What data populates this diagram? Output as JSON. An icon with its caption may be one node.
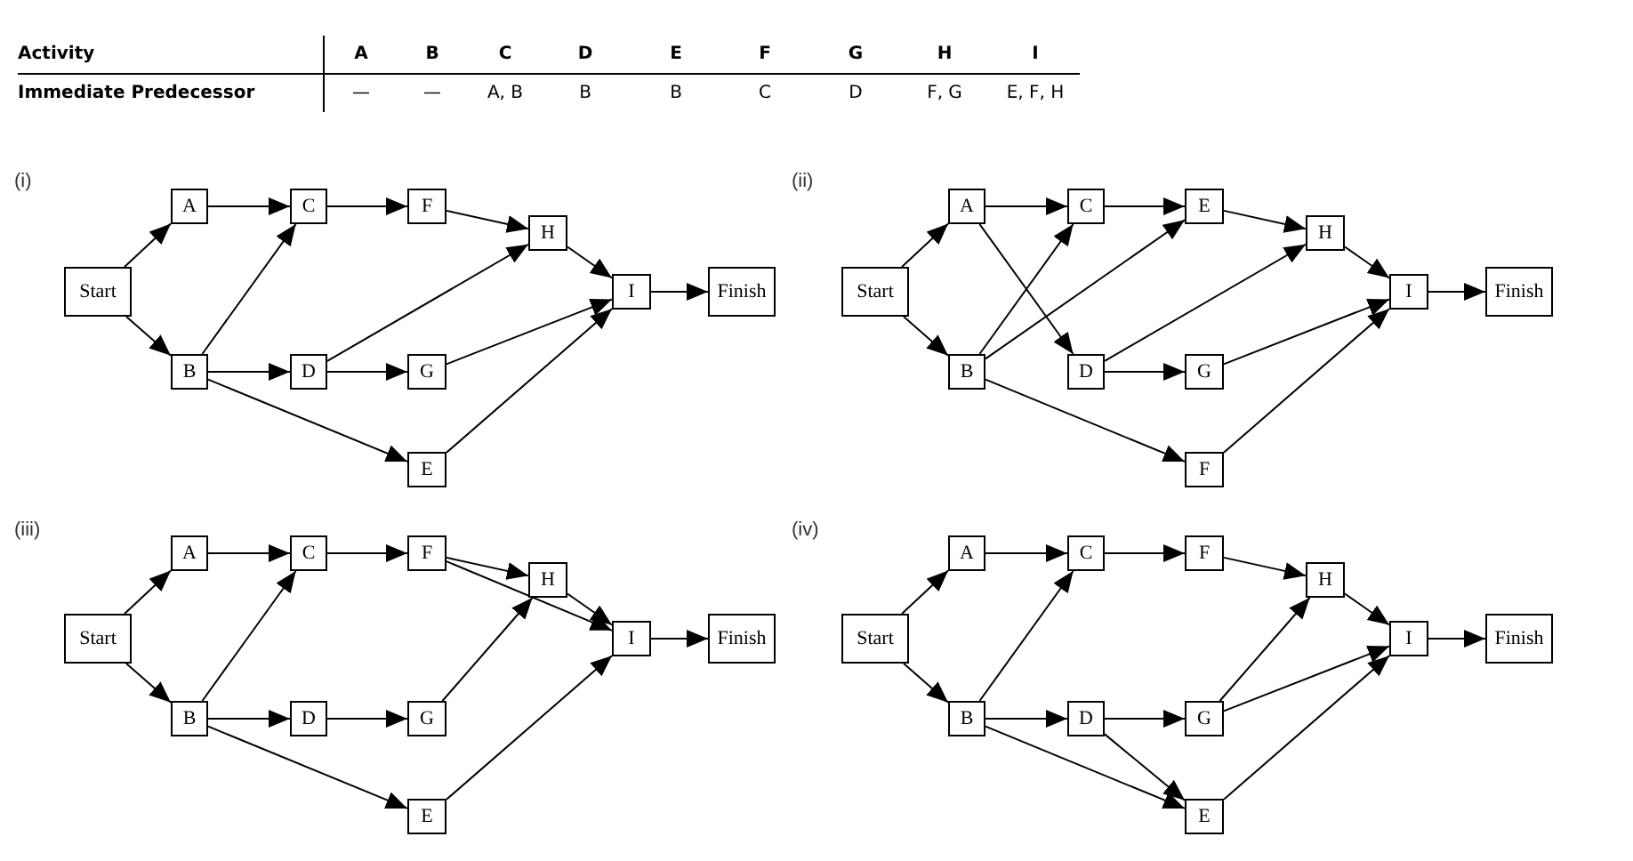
{
  "diagram": {
    "nodes": [
      {
        "text": [
          "Start"
        ]
      },
      {
        "text": [
          "A"
        ]
      },
      {
        "text": [
          "B"
        ]
      },
      {
        "text": [
          "C"
        ]
      },
      {
        "text": [
          "D"
        ]
      },
      {
        "text": [
          "F"
        ]
      },
      {
        "text": [
          "G"
        ]
      },
      {
        "text": [
          "E"
        ]
      },
      {
        "text": [
          "H"
        ]
      },
      {
        "text": [
          "I"
        ]
      },
      {
        "text": [
          "Finish"
        ]
      },
      {
        "text": [
          "Start"
        ]
      },
      {
        "text": [
          "A"
        ]
      },
      {
        "text": [
          "B"
        ]
      },
      {
        "text": [
          "C"
        ]
      },
      {
        "text": [
          "D"
        ]
      },
      {
        "text": [
          "E"
        ]
      },
      {
        "text": [
          "G"
        ]
      },
      {
        "text": [
          "F"
        ]
      },
      {
        "text": [
          "H"
        ]
      },
      {
        "text": [
          "I"
        ]
      },
      {
        "text": [
          "Finish"
        ]
      },
      {
        "text": [
          "Start"
        ]
      },
      {
        "text": [
          "A"
        ]
      },
      {
        "text": [
          "B"
        ]
      },
      {
        "text": [
          "C"
        ]
      },
      {
        "text": [
          "D"
        ]
      },
      {
        "text": [
          "F"
        ]
      },
      {
        "text": [
          "G"
        ]
      },
      {
        "text": [
          "E"
        ]
      },
      {
        "text": [
          "H"
        ]
      },
      {
        "text": [
          "I"
        ]
      },
      {
        "text": [
          "Finish"
        ]
      },
      {
        "text": [
          "Start"
        ]
      },
      {
        "text": [
          "A"
        ]
      },
      {
        "text": [
          "B"
        ]
      },
      {
        "text": [
          "C"
        ]
      },
      {
        "text": [
          "D"
        ]
      },
      {
        "text": [
          "F"
        ]
      },
      {
        "text": [
          "G"
        ]
      },
      {
        "text": [
          "E"
        ]
      },
      {
        "text": [
          "H"
        ]
      },
      {
        "text": [
          "I"
        ]
      },
      {
        "text": [
          "Finish"
        ]
      }
    ],
    "edges": [
      {
        "from": 0,
        "to": 1,
        "arrow": "to"
      },
      {
        "from": 0,
        "to": 2,
        "arrow": "to"
      },
      {
        "from": 1,
        "to": 3,
        "arrow": "to"
      },
      {
        "from": 2,
        "to": 3,
        "arrow": "to"
      },
      {
        "from": 3,
        "to": 5,
        "arrow": "to"
      },
      {
        "from": 5,
        "to": 8,
        "arrow": "to"
      },
      {
        "from": 2,
        "to": 4,
        "arrow": "to"
      },
      {
        "from": 4,
        "to": 6,
        "arrow": "to"
      },
      {
        "from": 4,
        "to": 8,
        "arrow": "to"
      },
      {
        "from": 2,
        "to": 7,
        "arrow": "to"
      },
      {
        "from": 8,
        "to": 9,
        "arrow": "to"
      },
      {
        "from": 6,
        "to": 9,
        "arrow": "to"
      },
      {
        "from": 7,
        "to": 9,
        "arrow": "to"
      },
      {
        "from": 9,
        "to": 10,
        "arrow": "to"
      },
      {
        "from": 11,
        "to": 12,
        "arrow": "to"
      },
      {
        "from": 11,
        "to": 13,
        "arrow": "to"
      },
      {
        "from": 12,
        "to": 14,
        "arrow": "to"
      },
      {
        "from": 12,
        "to": 15,
        "arrow": "to"
      },
      {
        "from": 13,
        "to": 14,
        "arrow": "to"
      },
      {
        "from": 13,
        "to": 16,
        "arrow": "to"
      },
      {
        "from": 14,
        "to": 16,
        "arrow": "to"
      },
      {
        "from": 16,
        "to": 19,
        "arrow": "to"
      },
      {
        "from": 15,
        "to": 19,
        "arrow": "to"
      },
      {
        "from": 15,
        "to": 17,
        "arrow": "to"
      },
      {
        "from": 13,
        "to": 18,
        "arrow": "to"
      },
      {
        "from": 19,
        "to": 20,
        "arrow": "to"
      },
      {
        "from": 17,
        "to": 20,
        "arrow": "to"
      },
      {
        "from": 18,
        "to": 20,
        "arrow": "to"
      },
      {
        "from": 20,
        "to": 21,
        "arrow": "to"
      },
      {
        "from": 22,
        "to": 23,
        "arrow": "to"
      },
      {
        "from": 22,
        "to": 24,
        "arrow": "to"
      },
      {
        "from": 23,
        "to": 25,
        "arrow": "to"
      },
      {
        "from": 24,
        "to": 25,
        "arrow": "to"
      },
      {
        "from": 25,
        "to": 27,
        "arrow": "to"
      },
      {
        "from": 27,
        "to": 30,
        "arrow": "to"
      },
      {
        "from": 27,
        "to": 31,
        "arrow": "to"
      },
      {
        "from": 24,
        "to": 26,
        "arrow": "to"
      },
      {
        "from": 26,
        "to": 28,
        "arrow": "to"
      },
      {
        "from": 28,
        "to": 30,
        "arrow": "to"
      },
      {
        "from": 24,
        "to": 29,
        "arrow": "to"
      },
      {
        "from": 30,
        "to": 31,
        "arrow": "to"
      },
      {
        "from": 29,
        "to": 31,
        "arrow": "to"
      },
      {
        "from": 31,
        "to": 32,
        "arrow": "to"
      },
      {
        "from": 33,
        "to": 34,
        "arrow": "to"
      },
      {
        "from": 33,
        "to": 35,
        "arrow": "to"
      },
      {
        "from": 34,
        "to": 36,
        "arrow": "to"
      },
      {
        "from": 35,
        "to": 36,
        "arrow": "to"
      },
      {
        "from": 36,
        "to": 38,
        "arrow": "to"
      },
      {
        "from": 38,
        "to": 41,
        "arrow": "to"
      },
      {
        "from": 35,
        "to": 37,
        "arrow": "to"
      },
      {
        "from": 37,
        "to": 39,
        "arrow": "to"
      },
      {
        "from": 37,
        "to": 40,
        "arrow": "to"
      },
      {
        "from": 35,
        "to": 40,
        "arrow": "to"
      },
      {
        "from": 39,
        "to": 41,
        "arrow": "to"
      },
      {
        "from": 39,
        "to": 42,
        "arrow": "to"
      },
      {
        "from": 41,
        "to": 42,
        "arrow": "to"
      },
      {
        "from": 40,
        "to": 42,
        "arrow": "to"
      },
      {
        "from": 42,
        "to": 43,
        "arrow": "to"
      }
    ],
    "labels": [
      "Activity",
      "A",
      "B",
      "C",
      "D",
      "E",
      "F",
      "G",
      "H",
      "I",
      "Immediate Predecessor",
      "—",
      "—",
      "A, B",
      "B",
      "B",
      "C",
      "D",
      "F, G",
      "E, F, H",
      "(i)",
      "(ii)",
      "(iii)",
      "(iv)"
    ]
  }
}
